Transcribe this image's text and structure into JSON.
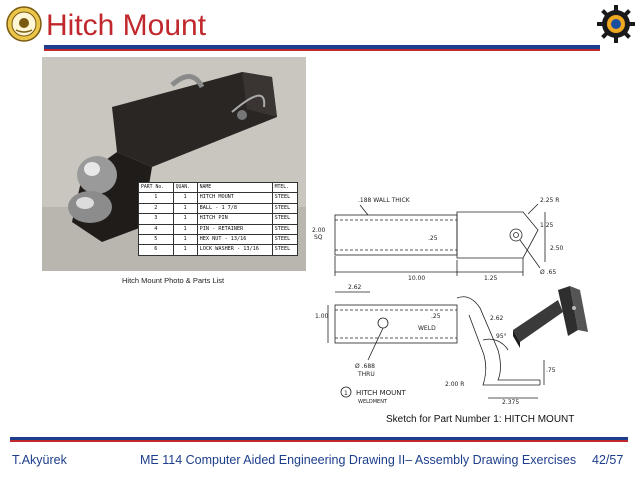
{
  "slide": {
    "title": "Hitch Mount",
    "photo_caption": "Hitch Mount Photo & Parts List",
    "sketch_caption": "Sketch for Part Number 1: HITCH MOUNT"
  },
  "parts_table": {
    "headers": [
      "PART No.",
      "QUAN.",
      "NAME",
      "MTEL."
    ],
    "rows": [
      [
        "1",
        "1",
        "HITCH MOUNT",
        "STEEL"
      ],
      [
        "2",
        "1",
        "BALL - 1 7/8",
        "STEEL"
      ],
      [
        "3",
        "1",
        "HITCH PIN",
        "STEEL"
      ],
      [
        "4",
        "1",
        "PIN - RETAINER",
        "STEEL"
      ],
      [
        "5",
        "1",
        "HEX NUT - 13/16",
        "STEEL"
      ],
      [
        "6",
        "1",
        "LOCK WASHER - 13/16",
        "STEEL"
      ]
    ]
  },
  "drawing": {
    "wall_thick": ".188 WALL THICK",
    "radius_top": "2.25 R",
    "dim_125a": "1.25",
    "dim_200": "2.00",
    "dim_sq": "SQ",
    "dim_25": ".25",
    "dim_250": "2.50",
    "dim_1000": "10.00",
    "dim_125b": "1.25",
    "dia_65": "Ø .65",
    "dim_262a": "2.62",
    "dim_100": "1.00",
    "dim_25b": ".25",
    "weld": "WELD",
    "dim_262b": "2.62",
    "angle": "95°",
    "dia_688": "Ø .688",
    "thru": "THRU",
    "dim_200r": "2.00 R",
    "dim_2375": "2.375",
    "dim_75": ".75",
    "part_no": "1",
    "part_name": "HITCH MOUNT",
    "part_sub": "WELDMENT"
  },
  "footer": {
    "author": "T.Akyürek",
    "course": "ME 114 Computer Aided Engineering Drawing II– Assembly Drawing Exercises",
    "page": "42/57"
  },
  "colors": {
    "title_red": "#c0282d",
    "rule_blue": "#1d3e8c",
    "footer_blue": "#1d3e8c"
  }
}
